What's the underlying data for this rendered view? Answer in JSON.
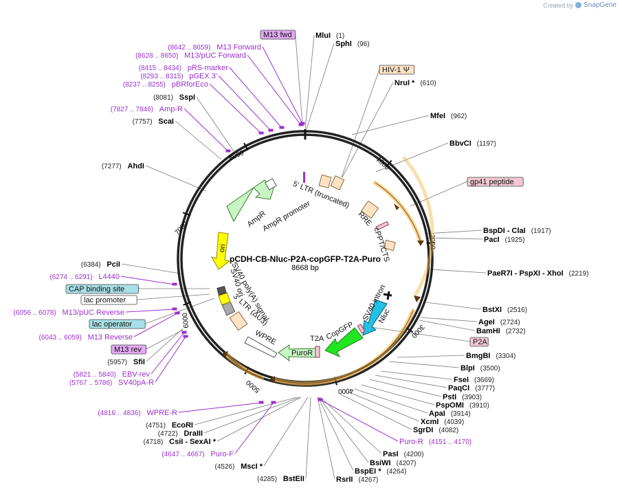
{
  "watermark": {
    "created_by": "Created by",
    "brand": "SnapGene"
  },
  "plasmid": {
    "name": "pCDH-CB-Nluc-P2A-copGFP-T2A-Puro",
    "size": "8668 bp"
  },
  "ticks": [
    "1000",
    "2000",
    "3000",
    "4000",
    "5000",
    "6000",
    "7000",
    "8000"
  ],
  "enzymes_right": [
    {
      "name": "MluI",
      "pos": "(1)"
    },
    {
      "name": "SphI",
      "pos": "(96)"
    },
    {
      "name": "NruI *",
      "pos": "(610)"
    },
    {
      "name": "MfeI",
      "pos": "(962)"
    },
    {
      "name": "BbvCI",
      "pos": "(1197)"
    },
    {
      "name": "BspDI - ClaI",
      "pos": "(1917)"
    },
    {
      "name": "PacI",
      "pos": "(1925)"
    },
    {
      "name": "PaeR7I - PspXI - XhoI",
      "pos": "(2219)"
    },
    {
      "name": "BstXI",
      "pos": "(2516)"
    },
    {
      "name": "AgeI",
      "pos": "(2724)"
    },
    {
      "name": "BamHI",
      "pos": "(2732)"
    },
    {
      "name": "BmgBI",
      "pos": "(3304)"
    },
    {
      "name": "BlpI",
      "pos": "(3500)"
    },
    {
      "name": "FseI",
      "pos": "(3669)"
    },
    {
      "name": "PaqCI",
      "pos": "(3777)"
    },
    {
      "name": "PstI",
      "pos": "(3903)"
    },
    {
      "name": "PspOMI",
      "pos": "(3910)"
    },
    {
      "name": "ApaI",
      "pos": "(3914)"
    },
    {
      "name": "XcmI",
      "pos": "(4039)"
    },
    {
      "name": "SgrDI",
      "pos": "(4082)"
    },
    {
      "name": "PasI",
      "pos": "(4200)"
    },
    {
      "name": "BsiWI",
      "pos": "(4207)"
    },
    {
      "name": "BspEI *",
      "pos": "(4264)"
    },
    {
      "name": "RsrII",
      "pos": "(4267)"
    }
  ],
  "enzymes_left": [
    {
      "name": "SspI",
      "pos": "(8081)"
    },
    {
      "name": "ScaI",
      "pos": "(7757)"
    },
    {
      "name": "AhdI",
      "pos": "(7277)"
    },
    {
      "name": "PciI",
      "pos": "(6384)"
    },
    {
      "name": "SfiI",
      "pos": "(5957)"
    },
    {
      "name": "EcoRI",
      "pos": "(4751)"
    },
    {
      "name": "DraIII",
      "pos": "(4722)"
    },
    {
      "name": "CsiI - SexAI *",
      "pos": "(4718)"
    },
    {
      "name": "MscI *",
      "pos": "(4526)"
    },
    {
      "name": "BstEII",
      "pos": "(4285)"
    }
  ],
  "primers": [
    {
      "pos": "(8642 .. 8659)",
      "name": "M13 Forward"
    },
    {
      "pos": "(8628 .. 8650)",
      "name": "M13/pUC Forward"
    },
    {
      "pos": "(8415 .. 8434)",
      "name": "pRS-marker"
    },
    {
      "pos": "(8293 .. 8315)",
      "name": "pGEX 3'"
    },
    {
      "pos": "(8237 .. 8255)",
      "name": "pBRforEco"
    },
    {
      "pos": "(7827 .. 7846)",
      "name": "Amp-R"
    },
    {
      "pos": "(6274 .. 6291)",
      "name": "L4440"
    },
    {
      "pos": "(6056 .. 6078)",
      "name": "M13/pUC Reverse"
    },
    {
      "pos": "(6043 .. 6059)",
      "name": "M13 Reverse"
    },
    {
      "pos": "(5821 .. 5840)",
      "name": "EBV-rev"
    },
    {
      "pos": "(5767 .. 5786)",
      "name": "SV40pA-R"
    },
    {
      "pos": "(4816 .. 4836)",
      "name": "WPRE-R"
    },
    {
      "pos": "(4647 .. 4667)",
      "name": "Puro-F"
    },
    {
      "pos": "(4151 .. 4170)",
      "name": "Puro-R"
    }
  ],
  "boxed_labels": [
    {
      "name": "M13 fwd",
      "color": "#e3a8f0"
    },
    {
      "name": "HIV-1 Ψ",
      "color": "#fde2c4"
    },
    {
      "name": "gp41 peptide",
      "color": "#f2c8d3"
    },
    {
      "name": "P2A",
      "color": "#f2c8d3"
    },
    {
      "name": "CAP binding site",
      "color": "#a9dfe6"
    },
    {
      "name": "lac promoter",
      "color": "#ffffff"
    },
    {
      "name": "lac operator",
      "color": "#a9dfe6"
    },
    {
      "name": "M13 rev",
      "color": "#e3a8f0"
    }
  ],
  "features": [
    {
      "name": "5' LTR (truncated)"
    },
    {
      "name": "RRE"
    },
    {
      "name": "cPPT/CTS"
    },
    {
      "name": "AmpR"
    },
    {
      "name": "AmpR promoter"
    },
    {
      "name": "ori"
    },
    {
      "name": "SV40 poly(A) signal"
    },
    {
      "name": "SV40 ori"
    },
    {
      "name": "3' LTR (ΔU3)"
    },
    {
      "name": "WPRE"
    },
    {
      "name": "PuroR"
    },
    {
      "name": "T2A"
    },
    {
      "name": "CopGFP"
    },
    {
      "name": "SV40 intron"
    },
    {
      "name": "Nluc"
    }
  ],
  "colors": {
    "ampr": "#c8f5c4",
    "ori": "#ffff00",
    "nluc": "#22c1e6",
    "copgfp": "#22e622",
    "puror": "#c8f5c4",
    "wpre": "#ffffff",
    "ltr": "#fde2c4",
    "orange_arc": "#f5b642",
    "primer": "#9a2fd0"
  }
}
